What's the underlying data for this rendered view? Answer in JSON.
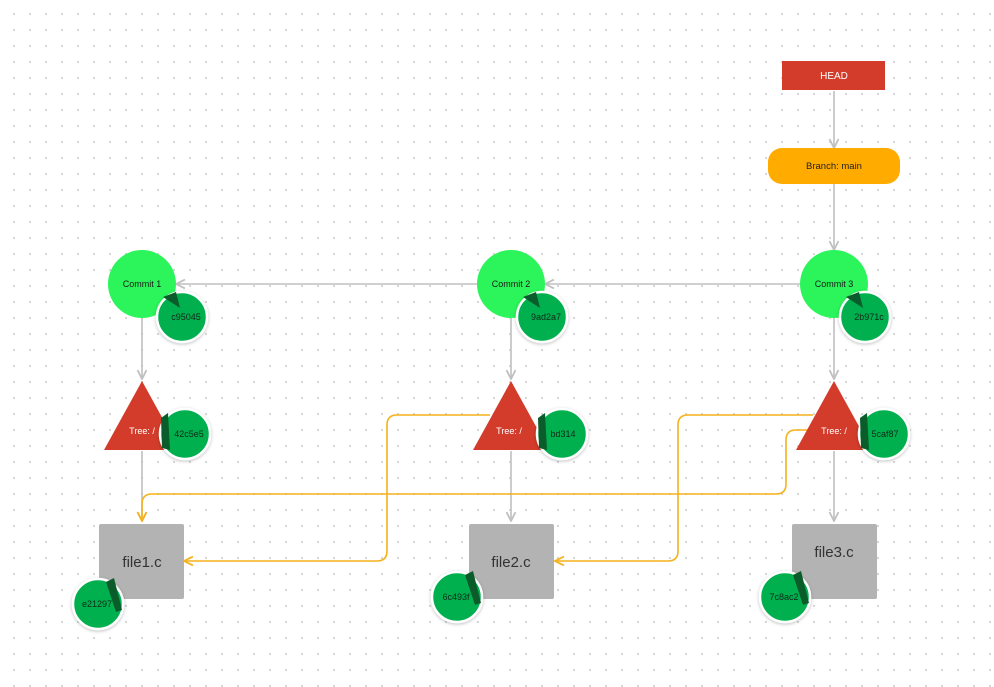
{
  "colors": {
    "head": "#d33c2a",
    "branch": "#ffab00",
    "commit": "#2bf55b",
    "tree": "#d33c2a",
    "blob": "#b3b3b3",
    "hash": "#00b050",
    "edge": "#c0c0c0",
    "cross_edge": "#f5b21c"
  },
  "head": {
    "label": "HEAD"
  },
  "branch": {
    "label": "Branch: main"
  },
  "commits": [
    {
      "label": "Commit 1",
      "hash": "c95045"
    },
    {
      "label": "Commit 2",
      "hash": "9ad2a7"
    },
    {
      "label": "Commit 3",
      "hash": "2b971c"
    }
  ],
  "trees": [
    {
      "label": "Tree: /",
      "hash": "42c5e5"
    },
    {
      "label": "Tree: /",
      "hash": "bd314"
    },
    {
      "label": "Tree: /",
      "hash": "5caf87"
    }
  ],
  "files": [
    {
      "label": "file1.c",
      "hash": "e21297"
    },
    {
      "label": "file2.c",
      "hash": "6c493f"
    },
    {
      "label": "file3.c",
      "hash": "7c8ac2"
    }
  ]
}
